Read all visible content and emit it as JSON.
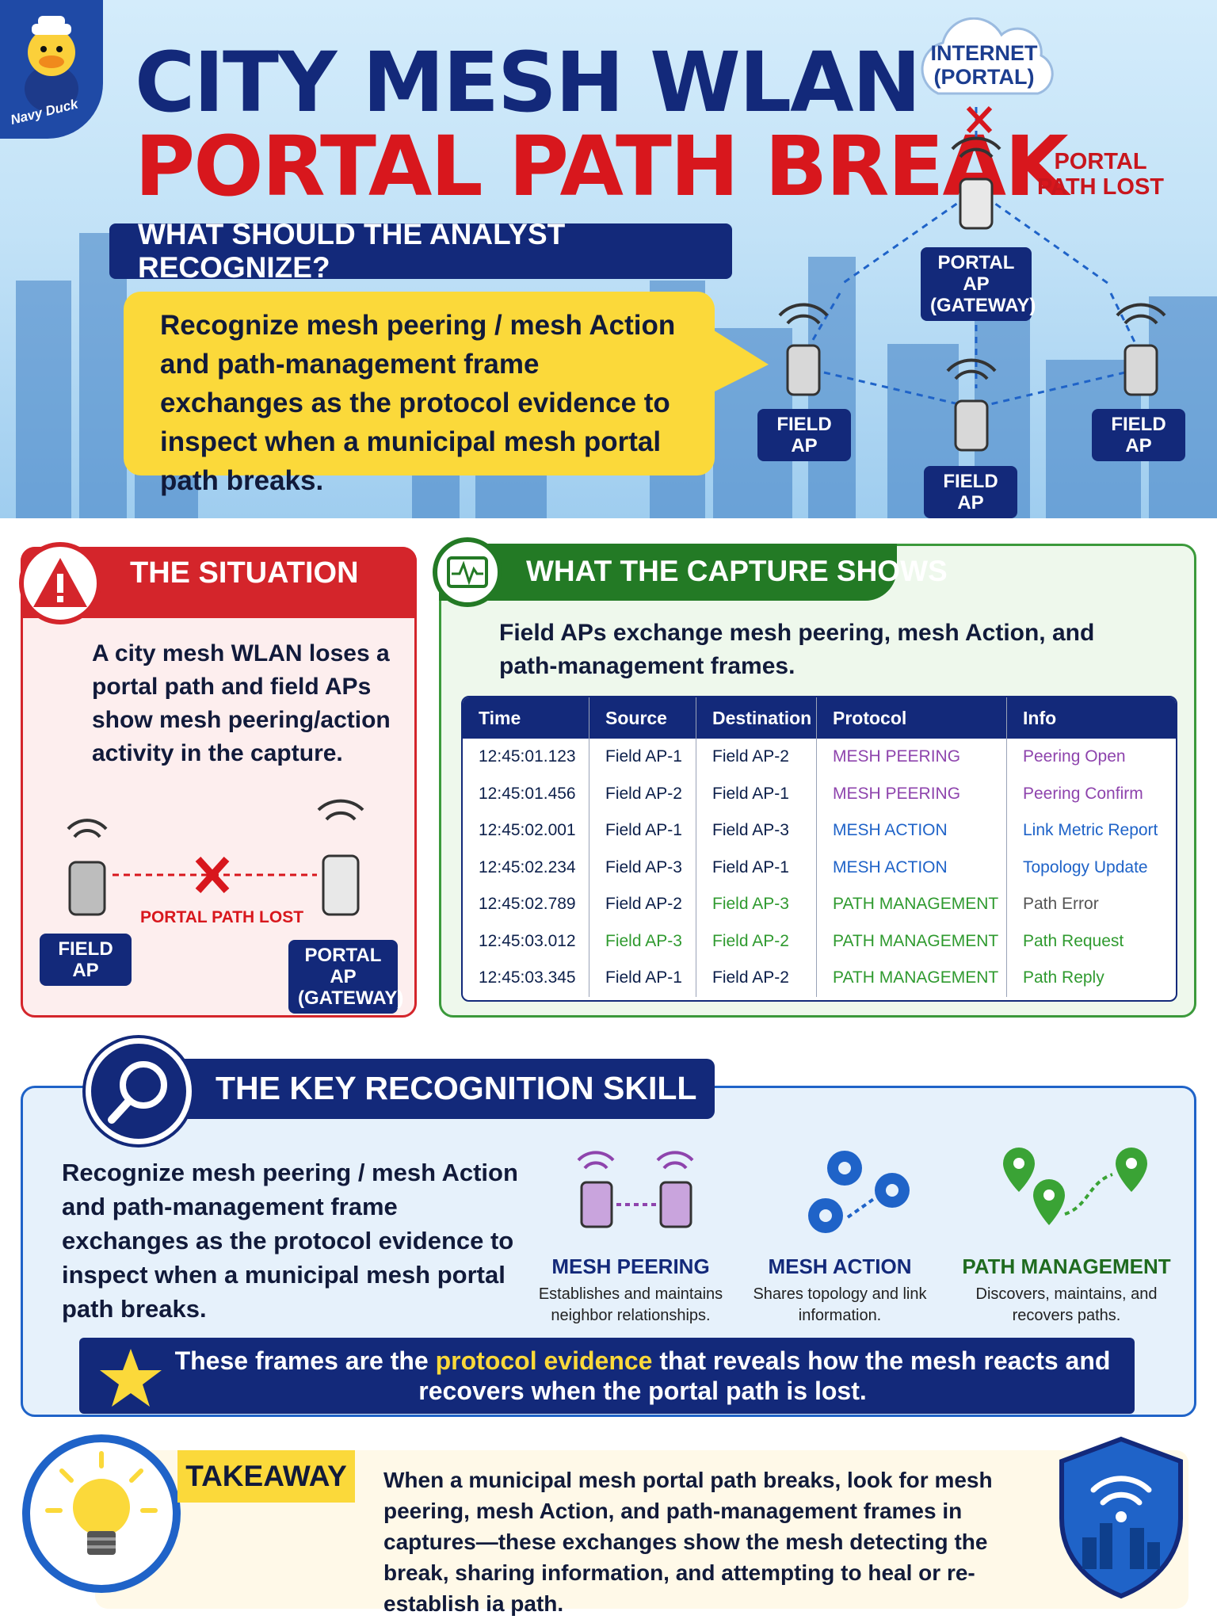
{
  "hero": {
    "badge": "Navy Duck",
    "title_line1": "CITY MESH WLAN",
    "title_line2": "PORTAL PATH BREAK",
    "question": "WHAT SHOULD THE ANALYST RECOGNIZE?",
    "callout": "Recognize mesh peering / mesh Action and path-management frame exchanges as the protocol evidence to inspect when a municipal mesh portal path breaks.",
    "diagram": {
      "internet": "INTERNET (PORTAL)",
      "portal_ap": "PORTAL AP (GATEWAY)",
      "lost": "PORTAL PATH LOST",
      "field_ap_left": "FIELD AP",
      "field_ap_center": "FIELD AP",
      "field_ap_right": "FIELD AP"
    }
  },
  "situation": {
    "title": "THE SITUATION",
    "text": "A city mesh WLAN loses a portal path and field APs show mesh peering/action activity in the capture.",
    "lost_label": "PORTAL PATH LOST",
    "field_ap": "FIELD AP",
    "portal_ap": "PORTAL AP (GATEWAY)"
  },
  "capture": {
    "title": "WHAT THE CAPTURE SHOWS",
    "text": "Field APs exchange mesh peering, mesh Action, and path-management frames.",
    "columns": [
      "Time",
      "Source",
      "Destination",
      "Protocol",
      "Info"
    ],
    "rows": [
      {
        "time": "12:45:01.123",
        "source": "Field AP-1",
        "destination": "Field AP-2",
        "protocol": "MESH PEERING",
        "info": "Peering Open"
      },
      {
        "time": "12:45:01.456",
        "source": "Field AP-2",
        "destination": "Field AP-1",
        "protocol": "MESH PEERING",
        "info": "Peering Confirm"
      },
      {
        "time": "12:45:02.001",
        "source": "Field AP-1",
        "destination": "Field AP-3",
        "protocol": "MESH ACTION",
        "info": "Link Metric Report"
      },
      {
        "time": "12:45:02.234",
        "source": "Field AP-3",
        "destination": "Field AP-1",
        "protocol": "MESH ACTION",
        "info": "Topology Update"
      },
      {
        "time": "12:45:02.789",
        "source": "Field AP-2",
        "destination": "Field AP-3",
        "protocol": "PATH MANAGEMENT",
        "info": "Path Error"
      },
      {
        "time": "12:45:03.012",
        "source": "Field AP-3",
        "destination": "Field AP-2",
        "protocol": "PATH MANAGEMENT",
        "info": "Path Request"
      },
      {
        "time": "12:45:03.345",
        "source": "Field AP-1",
        "destination": "Field AP-2",
        "protocol": "PATH MANAGEMENT",
        "info": "Path Reply"
      }
    ]
  },
  "key": {
    "title": "THE KEY RECOGNITION SKILL",
    "text": "Recognize mesh peering / mesh Action and path-management frame exchanges as the protocol evidence to inspect when a municipal mesh portal path breaks.",
    "features": [
      {
        "title": "MESH PEERING",
        "desc": "Establishes and maintains neighbor relationships.",
        "color": "#13297a"
      },
      {
        "title": "MESH ACTION",
        "desc": "Shares topology and link information.",
        "color": "#13297a"
      },
      {
        "title": "PATH MANAGEMENT",
        "desc": "Discovers, maintains, and recovers paths.",
        "color": "#1f6b1f"
      }
    ],
    "evidence_pre": "These frames are the ",
    "evidence_em": "protocol evidence",
    "evidence_post": " that reveals how the mesh reacts and recovers when the portal path is lost."
  },
  "takeaway": {
    "label": "TAKEAWAY",
    "text": "When a municipal mesh portal path breaks, look for mesh peering, mesh Action, and path-management frames in captures—these exchanges show the mesh detecting the break, sharing information, and attempting to heal or re-establish ia path."
  },
  "colors": {
    "navy": "#13297a",
    "red": "#d8171d",
    "green": "#237a25",
    "yellow": "#fbd93a",
    "peering": "#8e44ad",
    "action": "#1f63c8",
    "path": "#2f9a2f"
  }
}
